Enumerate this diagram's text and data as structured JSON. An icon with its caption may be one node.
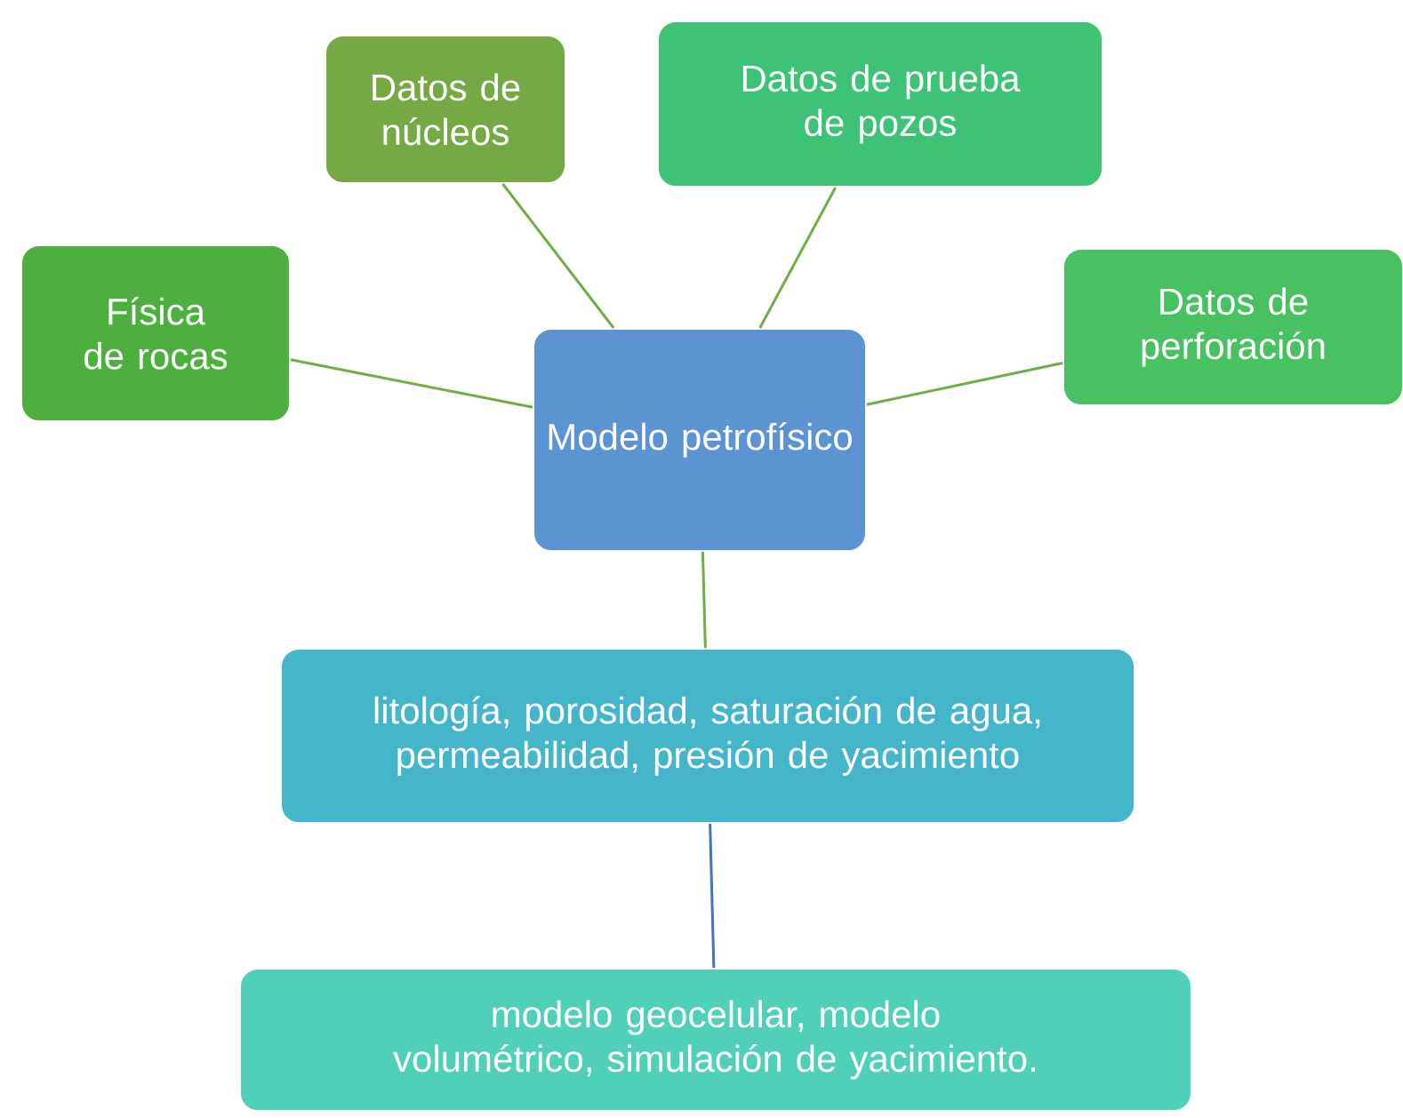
{
  "diagram": {
    "nodes": [
      {
        "text": [
          "Modelo petrofísico"
        ]
      },
      {
        "text": [
          "Física de rocas"
        ]
      },
      {
        "text": [
          "Datos de núcleos"
        ]
      },
      {
        "text": [
          "Datos de prueba de pozos"
        ]
      },
      {
        "text": [
          "Datos de perforación"
        ]
      },
      {
        "text": [
          "litología, porosidad, saturación de agua, permeabilidad, presión de yacimiento"
        ]
      },
      {
        "text": [
          "modelo geocelular, modelo volumétrico, simulación de yacimiento."
        ]
      }
    ],
    "edges": [
      {
        "from": 0,
        "to": 1,
        "arrow": "none"
      },
      {
        "from": 0,
        "to": 2,
        "arrow": "none"
      },
      {
        "from": 0,
        "to": 3,
        "arrow": "none"
      },
      {
        "from": 0,
        "to": 4,
        "arrow": "none"
      },
      {
        "from": 0,
        "to": 5,
        "arrow": "none"
      },
      {
        "from": 5,
        "to": 6,
        "arrow": "none",
        "color": "#4472c4"
      }
    ]
  }
}
